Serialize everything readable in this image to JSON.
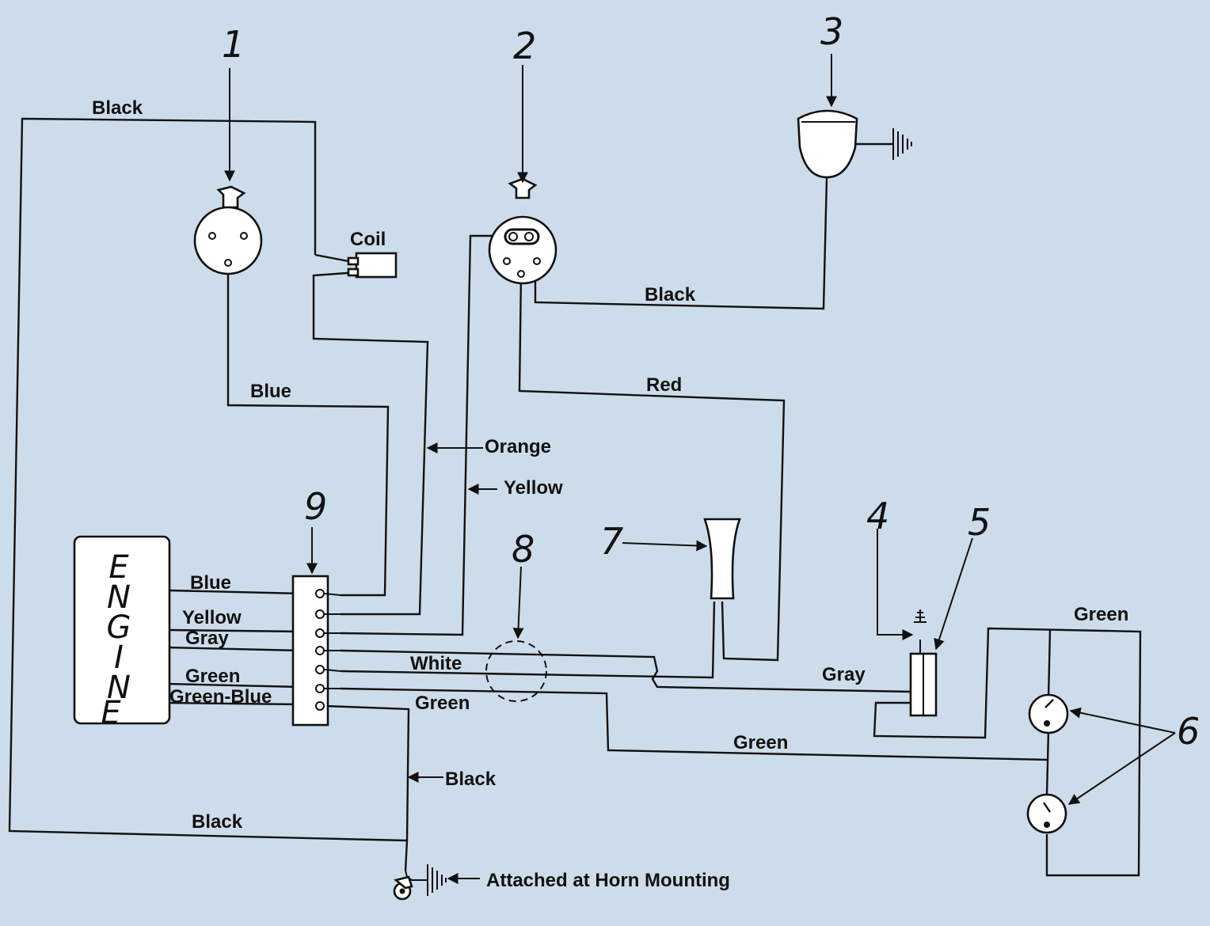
{
  "callouts": [
    "1",
    "2",
    "3",
    "4",
    "5",
    "6",
    "7",
    "8",
    "9"
  ],
  "components": {
    "engine_letters": [
      "E",
      "N",
      "G",
      "I",
      "N",
      "E"
    ],
    "coil": "Coil"
  },
  "wire_labels": {
    "black_top": "Black",
    "blue_upper": "Blue",
    "orange": "Orange",
    "yellow_upper": "Yellow",
    "black_mid": "Black",
    "red": "Red",
    "green_right": "Green",
    "gray_right": "Gray",
    "green_lower": "Green",
    "blue_engine": "Blue",
    "yellow_engine": "Yellow",
    "gray_engine": "Gray",
    "green_engine": "Green",
    "green_blue_engine": "Green-Blue",
    "white": "White",
    "green_terminal": "Green",
    "black_ground": "Black",
    "black_bottom": "Black",
    "horn_mounting": "Attached at Horn Mounting"
  }
}
